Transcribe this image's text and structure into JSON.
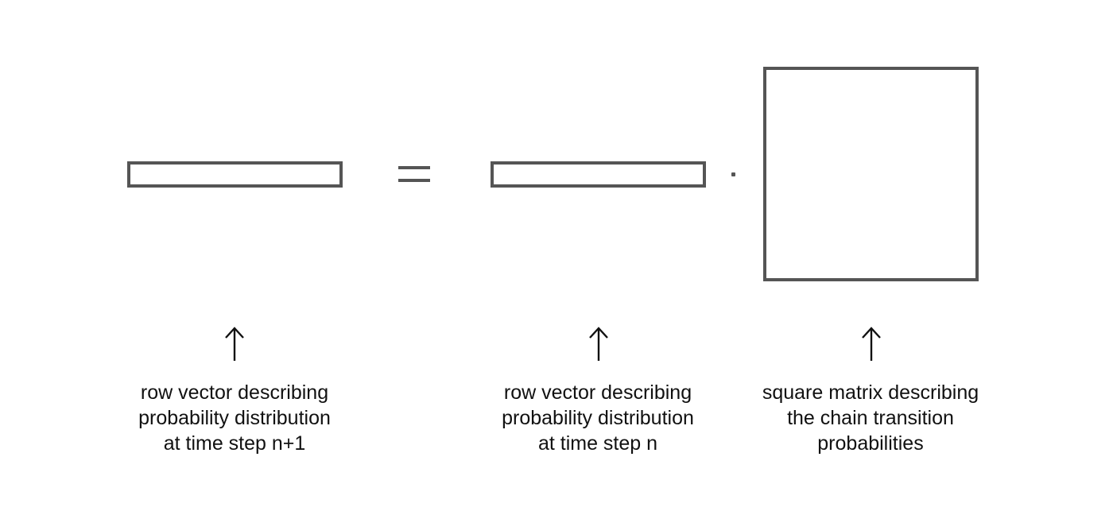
{
  "symbols": {
    "equals": "=",
    "dot": "·",
    "arrow": "↑"
  },
  "captions": {
    "next_vector": [
      "row vector describing",
      "probability distribution",
      "at time step n+1"
    ],
    "current_vector": [
      "row vector describing",
      "probability distribution",
      "at time step n"
    ],
    "transition_matrix": [
      "square matrix describing",
      "the chain transition",
      "probabilities"
    ]
  },
  "colors": {
    "shape_stroke": "#555555",
    "text": "#111111",
    "background": "#ffffff"
  }
}
